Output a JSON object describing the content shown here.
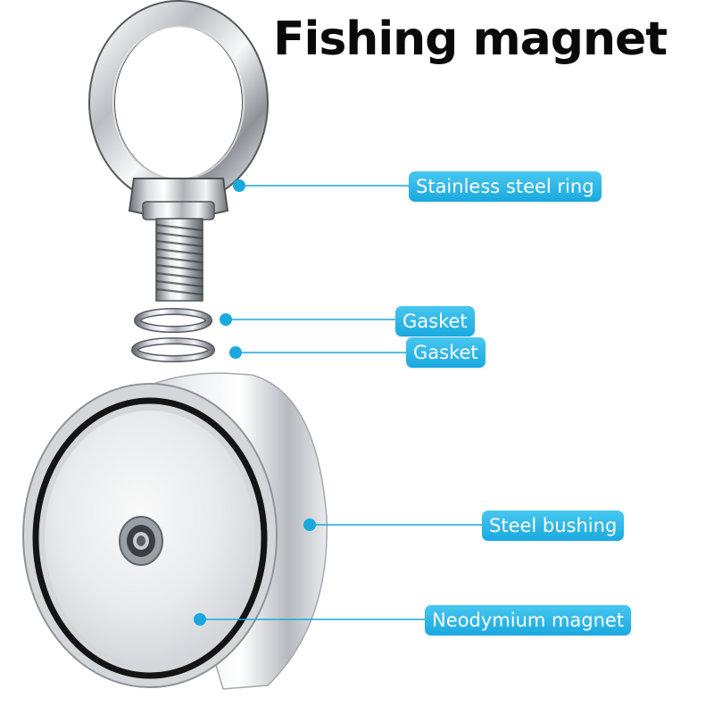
{
  "title": "Fishing magnet",
  "labels": {
    "stainless_steel_ring": "Stainless steel ring",
    "gasket_1": "Gasket",
    "gasket_2": "Gasket",
    "steel_bushing": "Steel bushing",
    "neodymium_magnet": "Neodymium magnet"
  },
  "colors": {
    "accent": "#1aa9df",
    "title": "#0a0a0a"
  }
}
